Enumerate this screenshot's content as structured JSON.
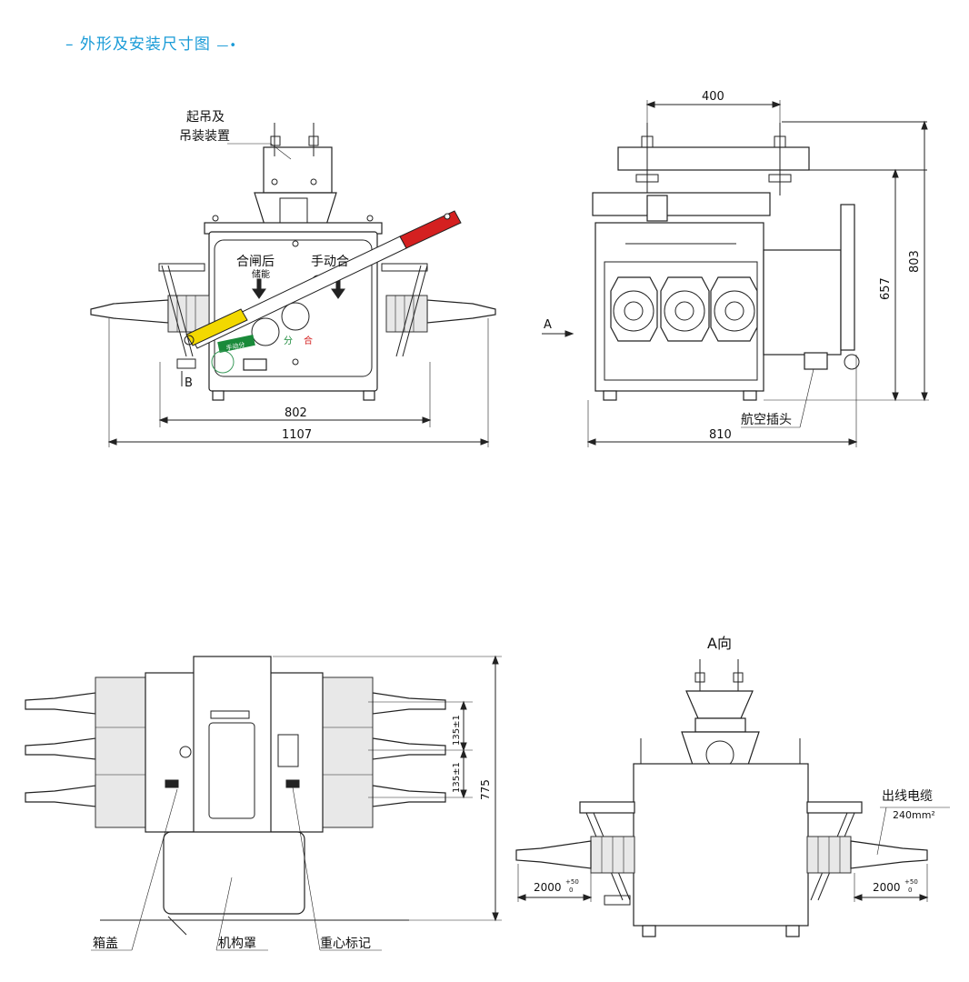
{
  "page_title": {
    "dash": "–",
    "text": "外形及安装尺寸图",
    "tail": "—•"
  },
  "front_view": {
    "label_lifting": [
      "起吊及",
      "吊装装置"
    ],
    "label_after_close": "合闸后",
    "label_storage": "储能",
    "label_manual_close": "手动合",
    "label_manual_open": "手动分",
    "label_open": "分",
    "label_close": "合",
    "label_b": "B",
    "dim_802": "802",
    "dim_1107": "1107",
    "handle_color": "#d42020",
    "lever_color": "#f2d800",
    "tag_color": "#1a8a3a"
  },
  "side_view": {
    "dim_400": "400",
    "dim_657": "657",
    "dim_803": "803",
    "dim_810": "810",
    "label_a": "A",
    "label_plug": "航空插头"
  },
  "top_view": {
    "dim_135_top": "135±1",
    "dim_135_bottom": "135±1",
    "dim_775": "775",
    "label_cover": "箱盖",
    "label_mech_cover": "机构罩",
    "label_gravity": "重心标记"
  },
  "a_view": {
    "title": "A向",
    "label_cable": "出线电缆",
    "label_cable_size": "240mm²",
    "dim_left": "2000",
    "dim_right": "2000",
    "tol_upper": "+50",
    "tol_lower": "0"
  },
  "colors": {
    "title": "#1a9bd7"
  }
}
